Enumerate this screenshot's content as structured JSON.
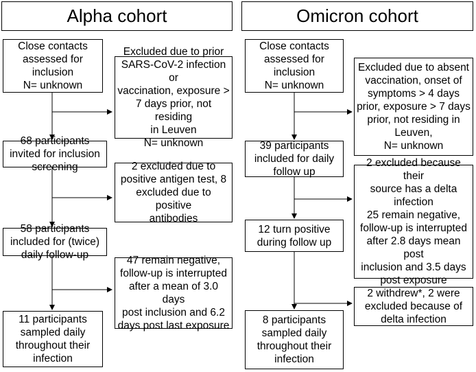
{
  "alpha": {
    "title": "Alpha cohort",
    "close_contacts": "Close contacts\nassessed for\ninclusion\nN= unknown",
    "excluded_1": "Excluded due to prior\nSARS-CoV-2 infection or\nvaccination, exposure >\n7 days prior, not residing\nin Leuven\nN= unknown",
    "invited": "68 participants\ninvited for inclusion\nscreening",
    "excluded_2": "2 excluded due to\npositive antigen test, 8\nexcluded due to positive\nantibodies",
    "included": "58 participants\nincluded for (twice)\ndaily follow-up",
    "remain_negative": "47 remain negative,\nfollow-up is interrupted\nafter a mean of 3.0 days\npost inclusion and 6.2\ndays post last exposure",
    "sampled": "11 participants\nsampled daily\nthroughout their\ninfection"
  },
  "omicron": {
    "title": "Omicron cohort",
    "close_contacts": "Close contacts\nassessed for\ninclusion\nN= unknown",
    "excluded_1": "Excluded due to absent\nvaccination, onset of\nsymptoms > 4 days\nprior, exposure > 7 days\nprior, not residing in\nLeuven,\nN= unknown",
    "included": "39 participants\nincluded for daily\nfollow up",
    "excluded_2": "2 excluded because their\nsource has a delta\ninfection\n25 remain negative,\nfollow-up is interrupted\nafter 2.8 days mean post\ninclusion and 3.5 days\npost exposure",
    "turn_positive": "12 turn positive\nduring follow up",
    "withdrew": "2 withdrew*, 2 were\nexcluded because of\ndelta infection",
    "sampled": "8 participants\nsampled daily\nthroughout their\ninfection"
  }
}
